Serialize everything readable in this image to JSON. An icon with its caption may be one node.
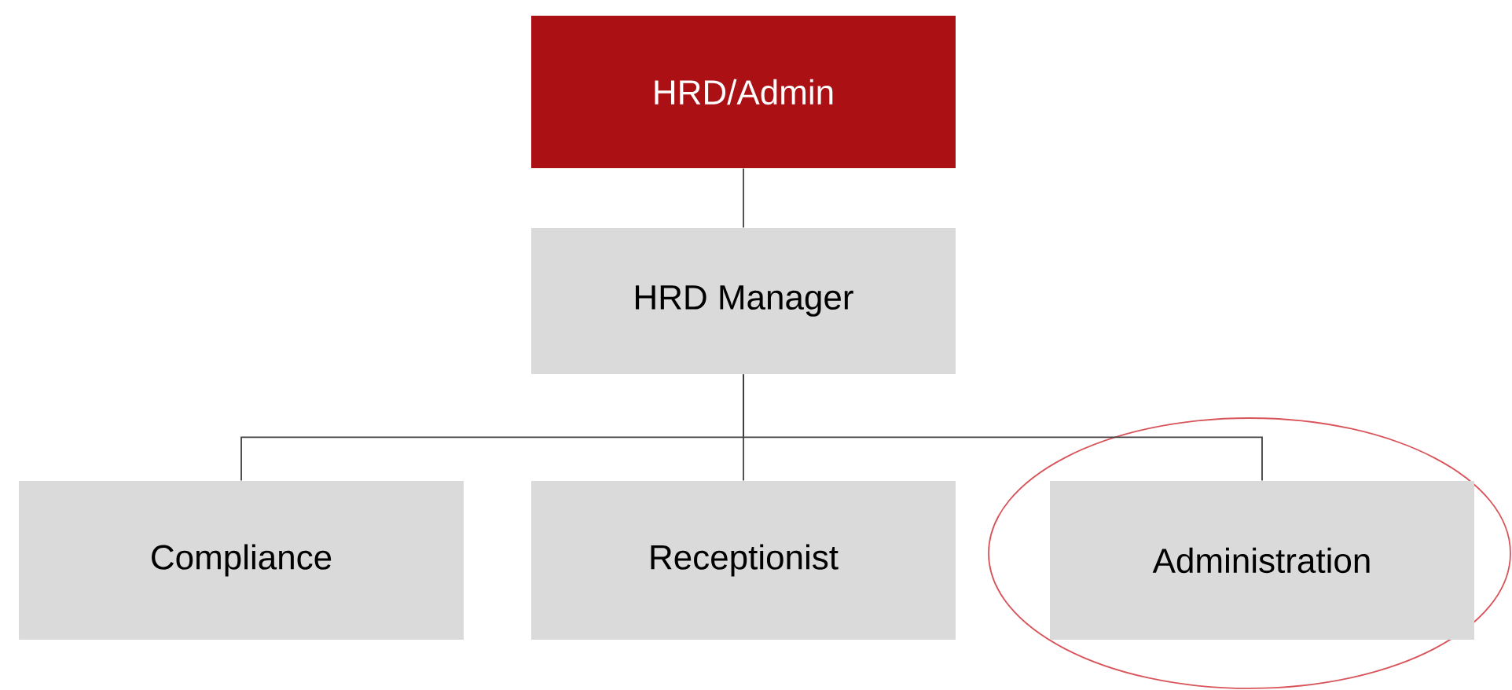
{
  "diagram": {
    "nodes": [
      {
        "text": [
          "HRD/Admin"
        ]
      },
      {
        "text": [
          "HRD Manager"
        ]
      },
      {
        "text": [
          "Compliance"
        ]
      },
      {
        "text": [
          "Receptionist"
        ]
      },
      {
        "text": [
          "Administration"
        ]
      }
    ],
    "edges": [
      {
        "from": 0,
        "to": 1,
        "arrow": "none"
      },
      {
        "from": 1,
        "to": 2,
        "arrow": "none"
      },
      {
        "from": 1,
        "to": 3,
        "arrow": "none"
      },
      {
        "from": 1,
        "to": 4,
        "arrow": "none"
      }
    ]
  }
}
